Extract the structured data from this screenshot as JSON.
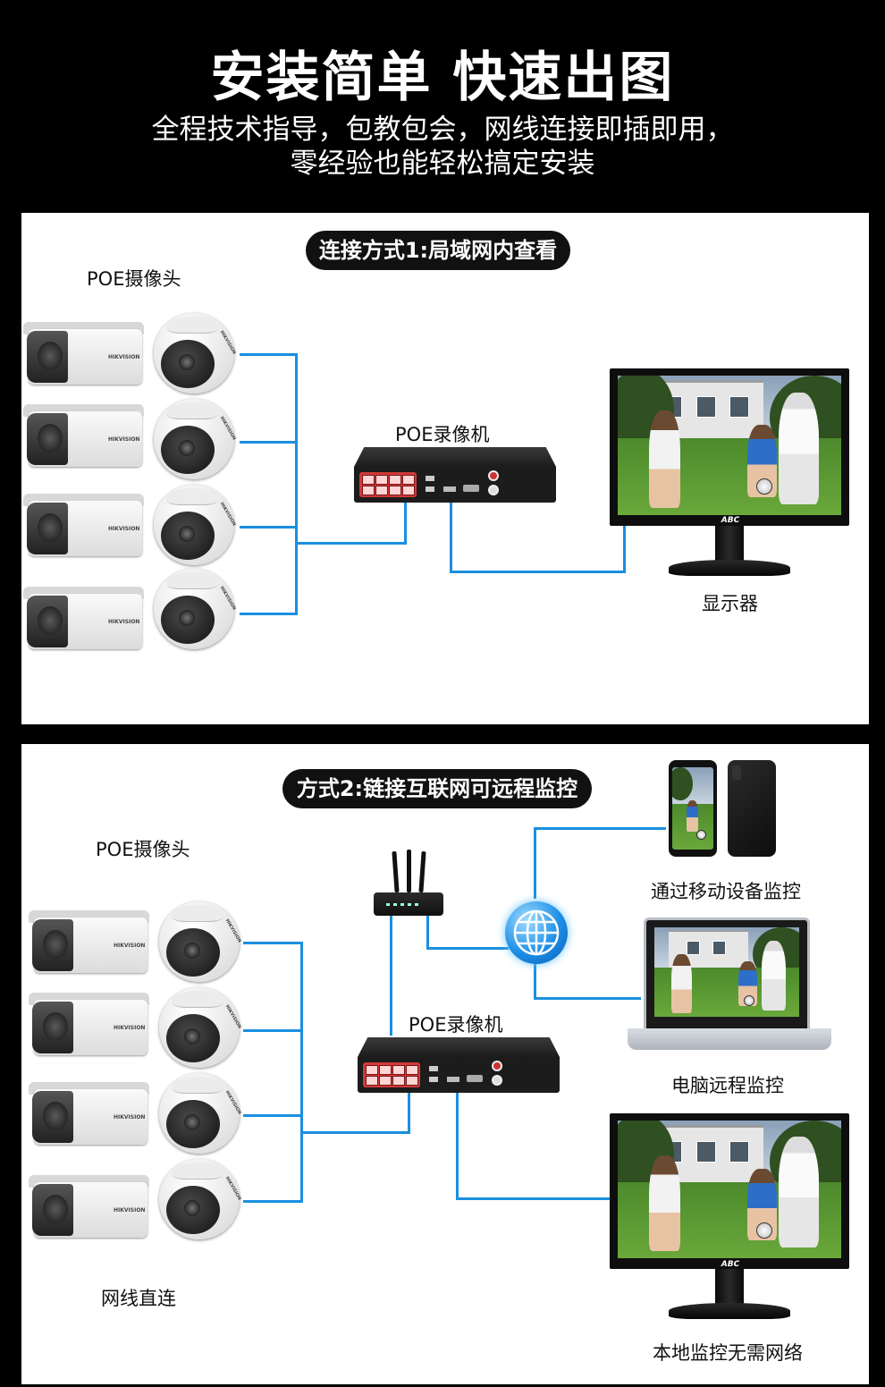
{
  "header": {
    "title": "安装简单 快速出图",
    "subtitle_line1": "全程技术指导，包教包会，网线连接即插即用，",
    "subtitle_line2": "零经验也能轻松搞定安装"
  },
  "section1": {
    "pill": "连接方式1:局域网内查看",
    "camera_label": "POE摄像头",
    "nvr_label": "POE录像机",
    "monitor_label": "显示器",
    "monitor_brand": "ABC"
  },
  "section2": {
    "pill": "方式2:链接互联网可远程监控",
    "camera_label": "POE摄像头",
    "nvr_label": "POE录像机",
    "mobile_label": "通过移动设备监控",
    "pc_label": "电脑远程监控",
    "local_label": "本地监控无需网络",
    "cable_label": "网线直连",
    "monitor_brand": "ABC"
  },
  "colors": {
    "wire": "#1a8fe0",
    "header_bg": "#000000",
    "panel_bg": "#ffffff"
  },
  "camera_brand": "HIKVISION"
}
